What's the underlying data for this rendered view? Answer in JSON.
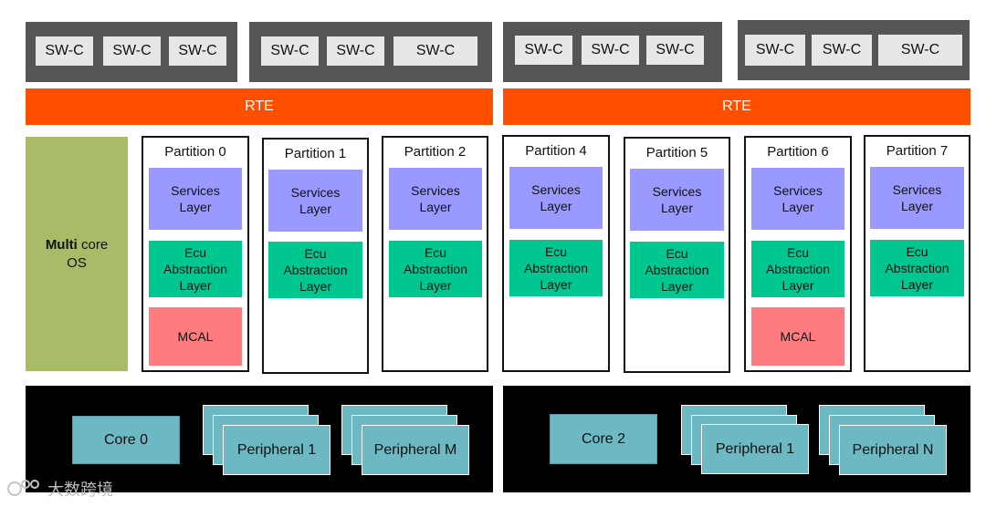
{
  "sw_groups": [
    {
      "components": [
        "SW-C",
        "SW-C",
        "SW-C"
      ]
    },
    {
      "components": [
        "SW-C",
        "SW-C",
        "SW-C"
      ]
    },
    {
      "components": [
        "SW-C",
        "SW-C",
        "SW-C"
      ]
    },
    {
      "components": [
        "SW-C",
        "SW-C",
        "SW-C"
      ]
    }
  ],
  "rte": {
    "left": "RTE",
    "right": "RTE"
  },
  "os": {
    "bold": "Multi",
    "rest": "core",
    "line2": "OS"
  },
  "partitions": [
    {
      "title": "Partition 0",
      "services": [
        "Services",
        "Layer"
      ],
      "ecu": [
        "Ecu",
        "Abstraction",
        "Layer"
      ],
      "mcal": "MCAL"
    },
    {
      "title": "Partition 1",
      "services": [
        "Services",
        "Layer"
      ],
      "ecu": [
        "Ecu",
        "Abstraction",
        "Layer"
      ]
    },
    {
      "title": "Partition 2",
      "services": [
        "Services",
        "Layer"
      ],
      "ecu": [
        "Ecu",
        "Abstraction",
        "Layer"
      ]
    },
    {
      "title": "Partition 4",
      "services": [
        "Services",
        "Layer"
      ],
      "ecu": [
        "Ecu",
        "Abstraction",
        "Layer"
      ]
    },
    {
      "title": "Partition 5",
      "services": [
        "Services",
        "Layer"
      ],
      "ecu": [
        "Ecu",
        "Abstraction",
        "Layer"
      ]
    },
    {
      "title": "Partition 6",
      "services": [
        "Services",
        "Layer"
      ],
      "ecu": [
        "Ecu",
        "Abstraction",
        "Layer"
      ],
      "mcal": "MCAL"
    },
    {
      "title": "Partition 7",
      "services": [
        "Services",
        "Layer"
      ],
      "ecu": [
        "Ecu",
        "Abstraction",
        "Layer"
      ]
    }
  ],
  "hardware": {
    "left": {
      "core": "Core 0",
      "peripherals": [
        "Peripheral 1",
        "Peripheral M"
      ]
    },
    "right": {
      "core": "Core 2",
      "peripherals": [
        "Peripheral 1",
        "Peripheral N"
      ]
    }
  },
  "watermark": "大数跨境",
  "colors": {
    "sw_group": "#555555",
    "swc": "#e7e7e7",
    "rte": "#fe4f00",
    "os": "#a9bb67",
    "services": "#9999ff",
    "ecu": "#00c690",
    "mcal": "#fe7c80",
    "hardware": "#000000",
    "core": "#6cb8c3"
  }
}
